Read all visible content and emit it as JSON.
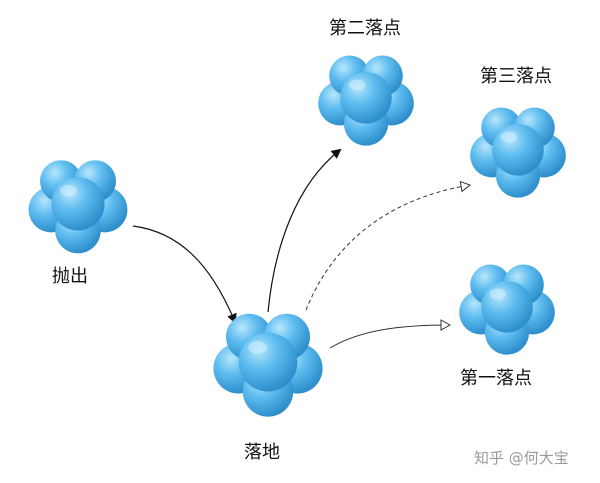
{
  "labels": {
    "throw": "抛出",
    "landing": "落地",
    "first": "第一落点",
    "second": "第二落点",
    "third": "第三落点"
  },
  "watermark": "知乎 @何大宝",
  "colors": {
    "ball_base": "#4fb3e8",
    "ball_light": "#8fd4f7",
    "ball_shadow": "#2e8fcc",
    "arrow": "#111111"
  }
}
